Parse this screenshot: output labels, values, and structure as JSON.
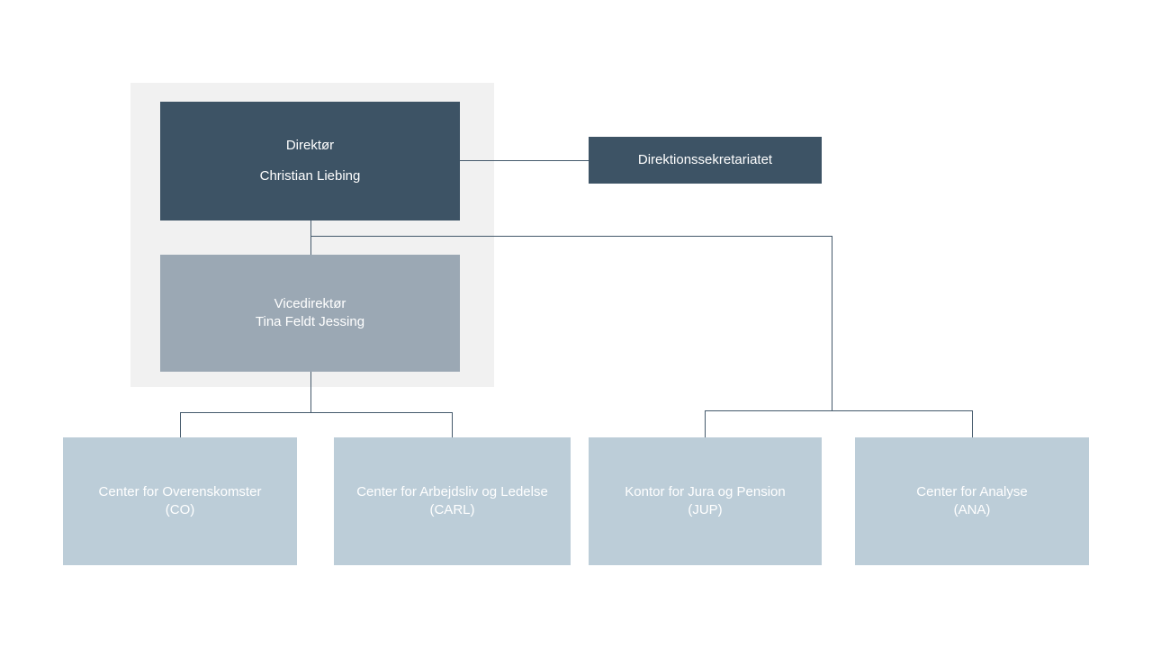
{
  "chart": {
    "type": "org-chart",
    "title": "",
    "colors": {
      "executive_dark": "#3d5365",
      "vice_director": "#9ba8b4",
      "department": "#bccdd8",
      "panel_background": "#f1f1f1",
      "connector": "#44596b",
      "node_text": "#ffffff"
    }
  },
  "nodes": {
    "director": {
      "role": "Direktør",
      "name": "Christian Liebing"
    },
    "secretariat": {
      "label": "Direktionssekretariatet"
    },
    "vice_director": {
      "role": "Vicedirektør",
      "name": "Tina Feldt Jessing"
    },
    "departments": [
      {
        "name": "Center for Overenskomster",
        "abbreviation": "(CO)",
        "reports_to": "vice_director"
      },
      {
        "name": "Center for Arbejdsliv og Ledelse",
        "abbreviation": "(CARL)",
        "reports_to": "vice_director"
      },
      {
        "name": "Kontor for Jura og Pension",
        "abbreviation": "(JUP)",
        "reports_to": "director"
      },
      {
        "name": "Center for Analyse",
        "abbreviation": "(ANA)",
        "reports_to": "director"
      }
    ]
  }
}
